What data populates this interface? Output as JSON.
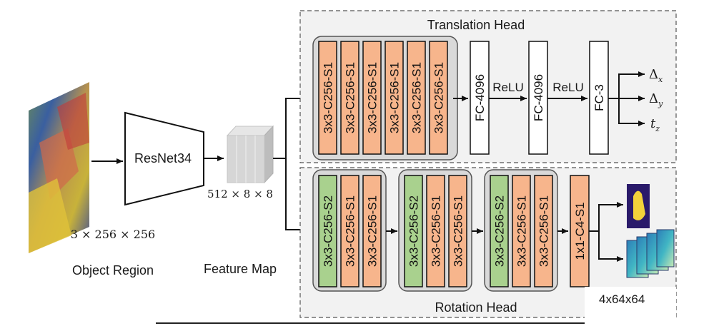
{
  "input": {
    "shape": "3 × 256 × 256",
    "caption": "Object Region"
  },
  "backbone": {
    "label": "ResNet34"
  },
  "feature_map": {
    "shape": "512 × 8 × 8",
    "caption": "Feature Map"
  },
  "translation_head": {
    "title": "Translation Head",
    "conv_layers": [
      "3x3-C256-S1",
      "3x3-C256-S1",
      "3x3-C256-S1",
      "3x3-C256-S1",
      "3x3-C256-S1",
      "3x3-C256-S1"
    ],
    "fc1": "FC-4096",
    "relu1": "ReLU",
    "fc2": "FC-4096",
    "relu2": "ReLU",
    "fc3": "FC-3",
    "outputs": [
      {
        "sym": "Δ",
        "sub": "x"
      },
      {
        "sym": "Δ",
        "sub": "y"
      },
      {
        "sym": "t",
        "sub": "z"
      }
    ]
  },
  "rotation_head": {
    "title": "Rotation Head",
    "groups": [
      [
        "3x3-C256-S2",
        "3x3-C256-S1",
        "3x3-C256-S1"
      ],
      [
        "3x3-C256-S2",
        "3x3-C256-S1",
        "3x3-C256-S1"
      ],
      [
        "3x3-C256-S2",
        "3x3-C256-S1",
        "3x3-C256-S1"
      ]
    ],
    "final_conv": "1x1-C4-S1",
    "output_shape": "4x64x64"
  },
  "colors": {
    "orange_layer": "#f7b58c",
    "green_layer": "#a9d18e",
    "head_bg": "#f2f2f2",
    "group_bg": "#d9d9d9",
    "cube": "#d0d0d0"
  }
}
